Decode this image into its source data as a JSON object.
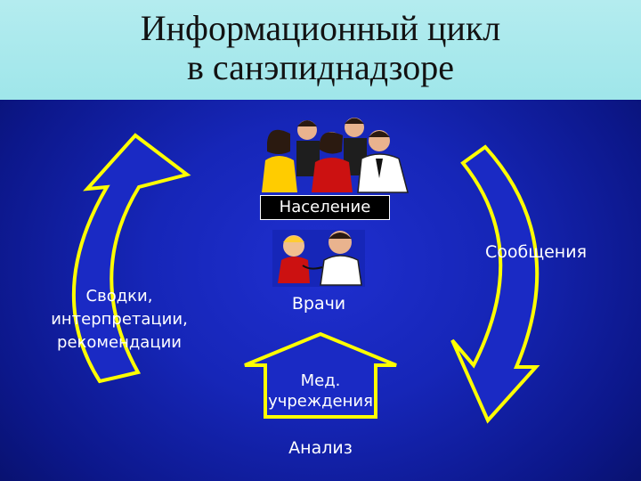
{
  "title": {
    "line1": "Информационный цикл",
    "line2": "в санэпиднадзоре"
  },
  "nodes": {
    "population": "Население",
    "messages": "Сообщения",
    "summaries": {
      "line1": "Сводки,",
      "line2": "интерпретации,",
      "line3": "рекомендации"
    },
    "doctors": "Врачи",
    "medical_institutions": {
      "line1": "Мед.",
      "line2": "учреждения"
    },
    "analysis": "Анализ"
  },
  "colors": {
    "header_bg": "#a8e8ec",
    "slide_bg": "#1626b8",
    "arrow_fill": "#1a2ac4",
    "arrow_outline": "#ffff00",
    "text": "#ffffff"
  },
  "icons": [
    "people-group-clipart",
    "doctor-and-child-clipart"
  ]
}
